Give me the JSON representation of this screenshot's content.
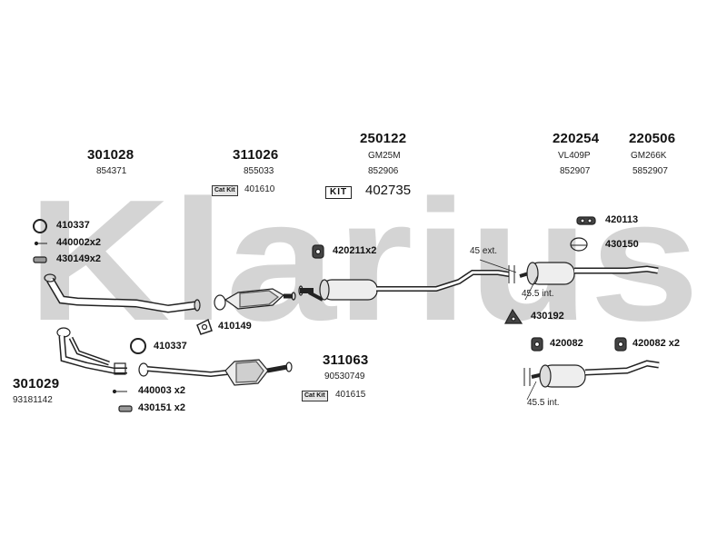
{
  "watermark": {
    "text": "Klarius",
    "color": "#d4d4d4"
  },
  "tags": {
    "cat_kit": "Cat Kit",
    "kit": "KIT"
  },
  "groups": {
    "g301028": {
      "code": "301028",
      "ref": "854371"
    },
    "g311026": {
      "code": "311026",
      "ref": "855033",
      "catkit": "401610"
    },
    "g250122": {
      "code": "250122",
      "model": "GM25M",
      "ref": "852906",
      "kit": "402735"
    },
    "g220254": {
      "code": "220254",
      "model": "VL409P",
      "ref": "852907"
    },
    "g220506": {
      "code": "220506",
      "model": "GM266K",
      "ref": "5852907"
    },
    "g301029": {
      "code": "301029",
      "ref": "93181142"
    },
    "g311063": {
      "code": "311063",
      "ref": "90530749",
      "catkit": "401615"
    }
  },
  "parts": {
    "p410337a": "410337",
    "p440002": "440002x2",
    "p430149": "430149x2",
    "p410149": "410149",
    "p420211": "420211x2",
    "p420113": "420113",
    "p430150": "430150",
    "p430192": "430192",
    "p420082a": "420082",
    "p420082b": "420082 x2",
    "p410337b": "410337",
    "p440003": "440003 x2",
    "p430151": "430151 x2"
  },
  "notes": {
    "ext45": "45 ext.",
    "int455a": "45.5 int.",
    "int455b": "45.5 int."
  }
}
